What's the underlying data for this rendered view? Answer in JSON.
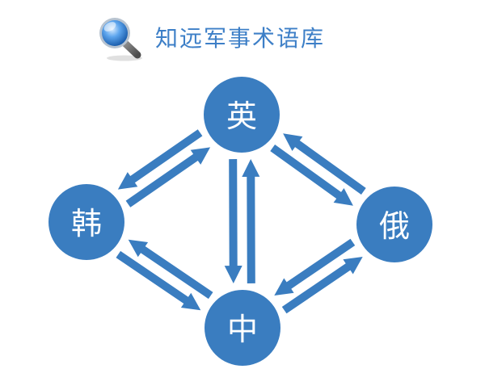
{
  "header": {
    "title": "知远军事术语库",
    "icon": "magnifier-icon",
    "title_color": "#3d7fc7"
  },
  "diagram": {
    "node_color": "#3a7dc0",
    "arrow_color": "#3a7dc0",
    "nodes": [
      {
        "id": "en",
        "label": "英"
      },
      {
        "id": "ko",
        "label": "韩"
      },
      {
        "id": "ru",
        "label": "俄"
      },
      {
        "id": "zh",
        "label": "中"
      }
    ],
    "edges": [
      {
        "from": "ko",
        "to": "en"
      },
      {
        "from": "en",
        "to": "ko"
      },
      {
        "from": "en",
        "to": "ru"
      },
      {
        "from": "ru",
        "to": "en"
      },
      {
        "from": "zh",
        "to": "en"
      },
      {
        "from": "en",
        "to": "zh"
      },
      {
        "from": "ko",
        "to": "zh"
      },
      {
        "from": "zh",
        "to": "ko"
      },
      {
        "from": "zh",
        "to": "ru"
      },
      {
        "from": "ru",
        "to": "zh"
      }
    ]
  }
}
